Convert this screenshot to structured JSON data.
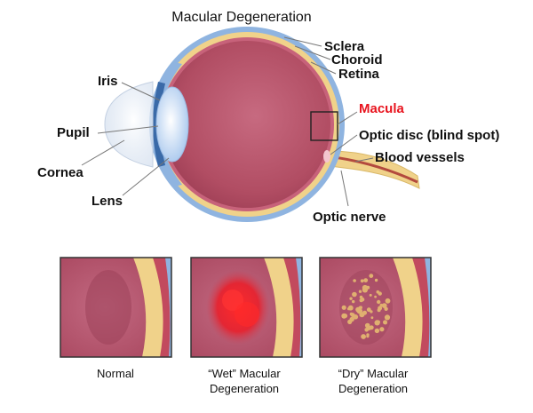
{
  "title": "Macular Degeneration",
  "labels": {
    "sclera": "Sclera",
    "choroid": "Choroid",
    "retina": "Retina",
    "macula": "Macula",
    "optic_disc": "Optic disc (blind spot)",
    "blood_vessels": "Blood vessels",
    "optic_nerve": "Optic nerve",
    "iris": "Iris",
    "pupil": "Pupil",
    "cornea": "Cornea",
    "lens": "Lens"
  },
  "panels": [
    {
      "line1": "Normal",
      "line2": ""
    },
    {
      "line1": "“Wet” Macular",
      "line2": "Degeneration"
    },
    {
      "line1": "“Dry” Macular",
      "line2": "Degeneration"
    }
  ],
  "colors": {
    "eyeball": "#a84558",
    "vitreous": "#b9566a",
    "retina": "#c7627a",
    "choroid": "#f0d28a",
    "sclera": "#8fb4e0",
    "macula_label": "#e8141e",
    "optic_nerve": "#f0d28a",
    "wet_lesion": "#e8202c",
    "dry_drusen": "#e0b070"
  }
}
